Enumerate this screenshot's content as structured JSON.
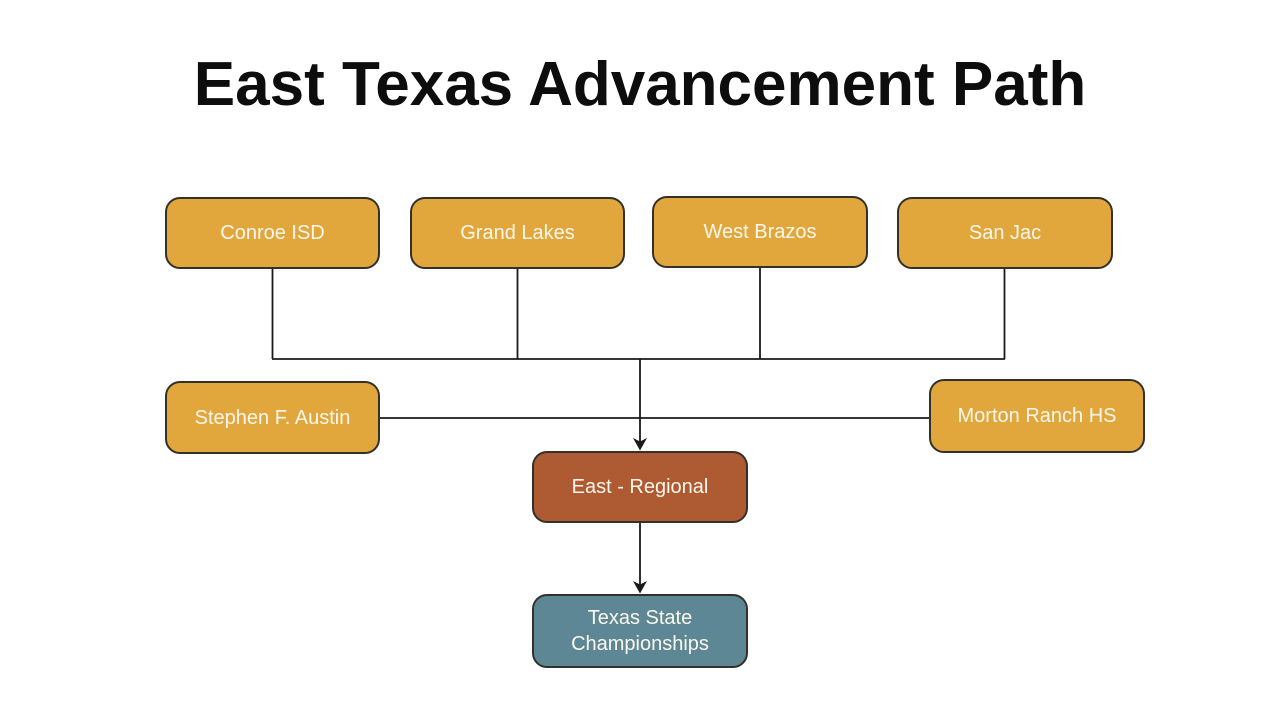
{
  "title": "East Texas Advancement Path",
  "colors": {
    "background": "#ffffff",
    "title_color": "#0d0d0d",
    "gold": "#e1a73d",
    "rust": "#ae5b33",
    "teal": "#5e8795",
    "node_border": "#33312a",
    "node_text": "#fbf7ec",
    "connector": "#1a1a1a"
  },
  "nodes": [
    {
      "id": "conroe-isd",
      "label": "Conroe ISD",
      "color": "gold"
    },
    {
      "id": "grand-lakes",
      "label": "Grand Lakes",
      "color": "gold"
    },
    {
      "id": "west-brazos",
      "label": "West Brazos",
      "color": "gold"
    },
    {
      "id": "san-jac",
      "label": "San Jac",
      "color": "gold"
    },
    {
      "id": "stephen-f-austin",
      "label": "Stephen F. Austin",
      "color": "gold"
    },
    {
      "id": "morton-ranch-hs",
      "label": "Morton Ranch HS",
      "color": "gold"
    },
    {
      "id": "east-regional",
      "label": "East - Regional",
      "color": "rust"
    },
    {
      "id": "texas-state-championships",
      "label": "Texas State Championships",
      "color": "teal"
    }
  ],
  "connections": [
    {
      "from": "conroe-isd",
      "to": "east-regional"
    },
    {
      "from": "grand-lakes",
      "to": "east-regional"
    },
    {
      "from": "west-brazos",
      "to": "east-regional"
    },
    {
      "from": "san-jac",
      "to": "east-regional"
    },
    {
      "from": "stephen-f-austin",
      "to": "east-regional"
    },
    {
      "from": "morton-ranch-hs",
      "to": "east-regional"
    },
    {
      "from": "east-regional",
      "to": "texas-state-championships"
    }
  ]
}
